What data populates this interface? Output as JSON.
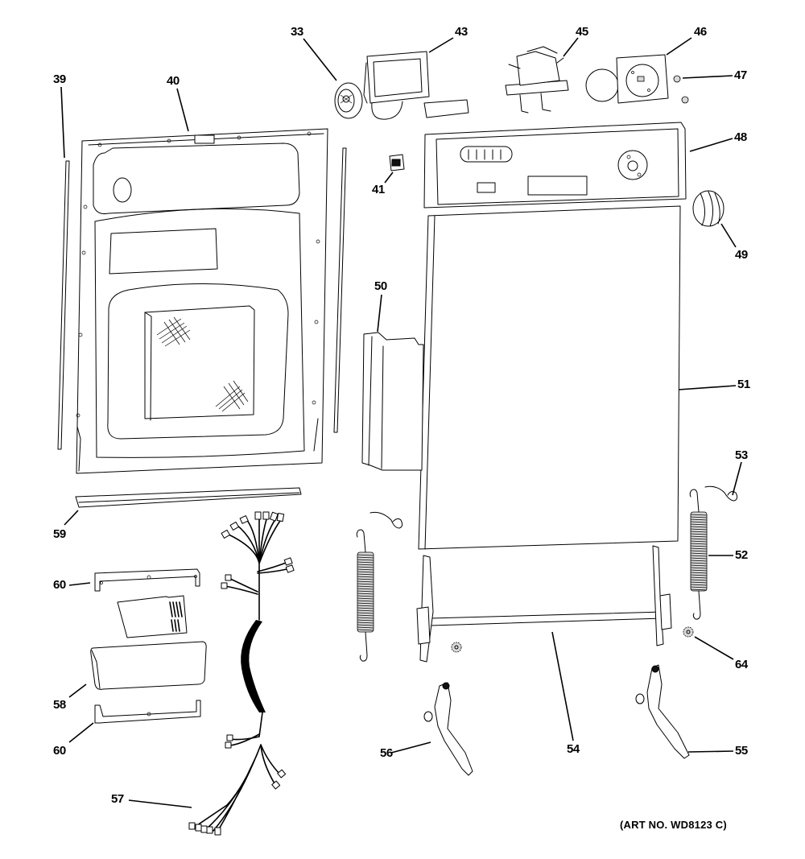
{
  "diagram": {
    "type": "exploded-parts-diagram",
    "subject": "Dishwasher door and control panel assembly",
    "art_number_label": "(ART NO. WD8123 C)",
    "line_color": "#000000",
    "background_color": "#ffffff",
    "callouts": [
      {
        "id": "33",
        "label": "33",
        "part": "knob-spindle-disc"
      },
      {
        "id": "43",
        "label": "43",
        "part": "detergent-dispenser"
      },
      {
        "id": "45",
        "label": "45",
        "part": "door-latch-switch"
      },
      {
        "id": "46",
        "label": "46",
        "part": "timer"
      },
      {
        "id": "47",
        "label": "47",
        "part": "screw"
      },
      {
        "id": "48",
        "label": "48",
        "part": "control-panel"
      },
      {
        "id": "49",
        "label": "49",
        "part": "timer-knob"
      },
      {
        "id": "39",
        "label": "39",
        "part": "side-trim-strip"
      },
      {
        "id": "40",
        "label": "40",
        "part": "inner-door-liner"
      },
      {
        "id": "41",
        "label": "41",
        "part": "rocker-switch"
      },
      {
        "id": "50",
        "label": "50",
        "part": "door-side-trim"
      },
      {
        "id": "51",
        "label": "51",
        "part": "outer-door-panel"
      },
      {
        "id": "53",
        "label": "53",
        "part": "spring-link"
      },
      {
        "id": "52",
        "label": "52",
        "part": "door-spring"
      },
      {
        "id": "59",
        "label": "59",
        "part": "bottom-door-gasket"
      },
      {
        "id": "60a",
        "label": "60",
        "part": "mounting-bracket-top"
      },
      {
        "id": "58",
        "label": "58",
        "part": "control-board-module"
      },
      {
        "id": "60b",
        "label": "60",
        "part": "mounting-bracket-bottom"
      },
      {
        "id": "64",
        "label": "64",
        "part": "push-nut"
      },
      {
        "id": "54",
        "label": "54",
        "part": "hinge-rod-assembly"
      },
      {
        "id": "56",
        "label": "56",
        "part": "left-hinge-arm"
      },
      {
        "id": "55",
        "label": "55",
        "part": "right-hinge-arm"
      },
      {
        "id": "57",
        "label": "57",
        "part": "wire-harness"
      }
    ]
  }
}
